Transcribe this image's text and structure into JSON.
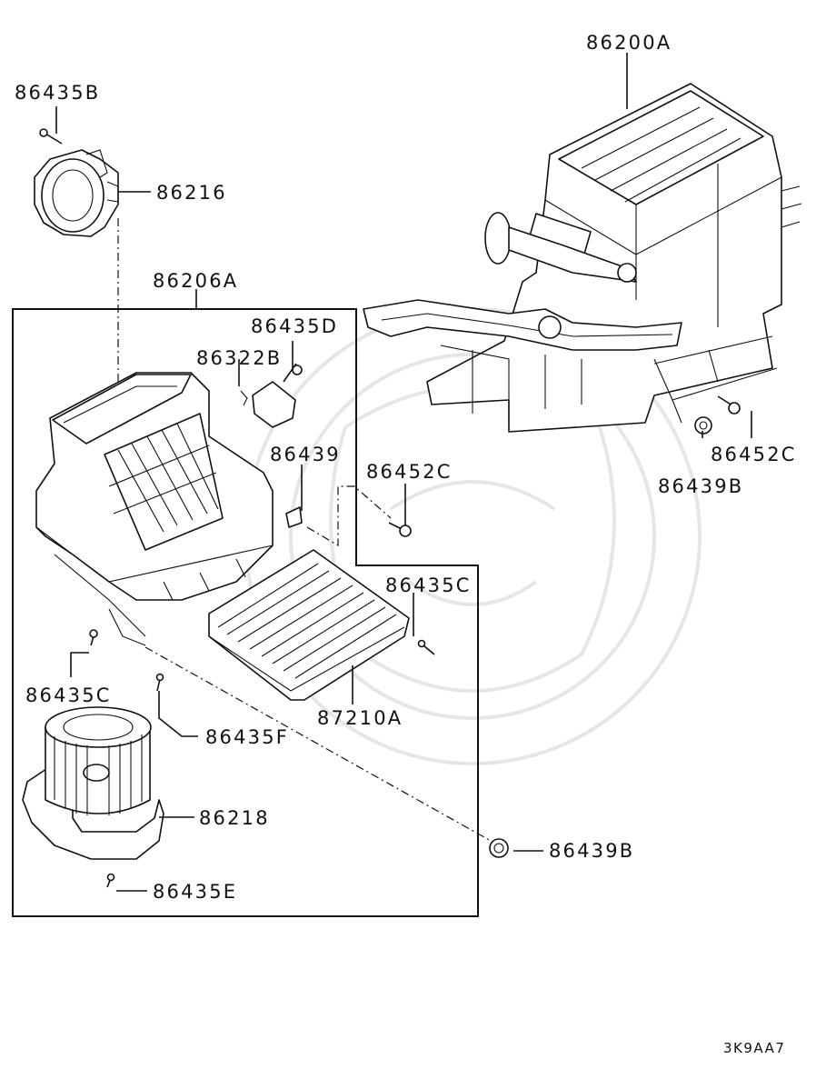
{
  "diagram": {
    "code": "3K9AA7",
    "parts": [
      {
        "id": "86200A",
        "label": "86200A"
      },
      {
        "id": "86435B",
        "label": "86435B"
      },
      {
        "id": "86216",
        "label": "86216"
      },
      {
        "id": "86206A",
        "label": "86206A"
      },
      {
        "id": "86435D",
        "label": "86435D"
      },
      {
        "id": "86322B",
        "label": "86322B"
      },
      {
        "id": "86439",
        "label": "86439"
      },
      {
        "id": "86452C-a",
        "label": "86452C"
      },
      {
        "id": "86452C-b",
        "label": "86452C"
      },
      {
        "id": "86439B-a",
        "label": "86439B"
      },
      {
        "id": "86435C-a",
        "label": "86435C"
      },
      {
        "id": "86435C-b",
        "label": "86435C"
      },
      {
        "id": "87210A",
        "label": "87210A"
      },
      {
        "id": "86435F",
        "label": "86435F"
      },
      {
        "id": "86218",
        "label": "86218"
      },
      {
        "id": "86439B-b",
        "label": "86439B"
      },
      {
        "id": "86435E",
        "label": "86435E"
      }
    ]
  }
}
